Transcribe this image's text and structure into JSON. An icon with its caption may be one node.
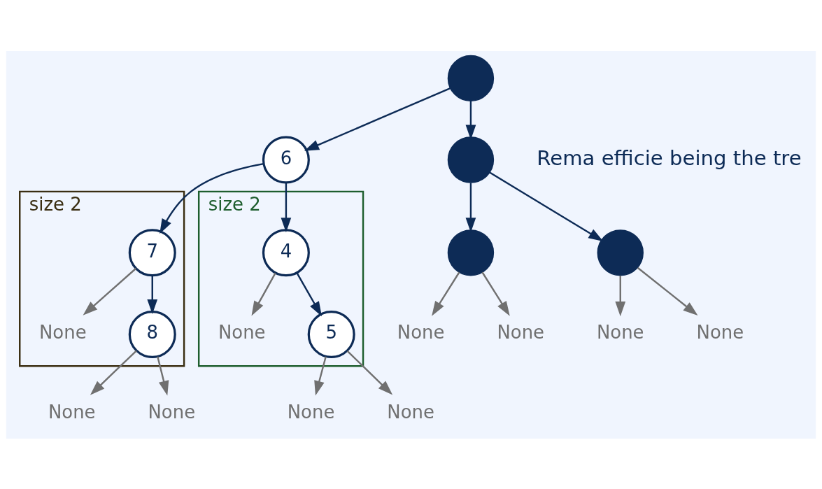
{
  "diagram": {
    "nodes": [
      {
        "text": [],
        "shape": "circle"
      },
      {
        "text": [],
        "shape": "circle"
      },
      {
        "text": [
          "6"
        ]
      },
      {
        "text": [],
        "shape": "circle"
      },
      {
        "text": [],
        "shape": "circle"
      },
      {
        "text": [
          "size 2"
        ]
      },
      {
        "text": [
          "4"
        ],
        "in": 5
      },
      {
        "text": [
          "None"
        ],
        "in": 5
      },
      {
        "text": [
          "5"
        ],
        "in": 5
      },
      {
        "text": [
          "size 2"
        ]
      },
      {
        "text": [
          "7"
        ],
        "in": 9
      },
      {
        "text": [
          "None"
        ],
        "in": 9
      },
      {
        "text": [
          "8"
        ],
        "in": 9
      },
      {
        "text": [
          "None"
        ]
      },
      {
        "text": [
          "None"
        ]
      },
      {
        "text": [
          "None"
        ]
      },
      {
        "text": [
          "None"
        ]
      },
      {
        "text": [
          "None"
        ]
      },
      {
        "text": [
          "None"
        ]
      },
      {
        "text": [
          "None"
        ]
      },
      {
        "text": [
          "None"
        ]
      }
    ],
    "edges": [
      {
        "from": 0,
        "to": 1,
        "arrow": "to",
        "color": "#0d2b56"
      },
      {
        "from": 0,
        "to": 2,
        "arrow": "to",
        "color": "#0d2b56"
      },
      {
        "from": 1,
        "to": 3,
        "arrow": "to",
        "color": "#0d2b56"
      },
      {
        "from": 1,
        "to": 4,
        "arrow": "to",
        "color": "#0d2b56"
      },
      {
        "from": 2,
        "to": 6,
        "arrow": "to",
        "color": "#0d2b56"
      },
      {
        "from": 2,
        "to": 10,
        "arrow": "to",
        "color": "#0d2b56"
      },
      {
        "from": 3,
        "to": 13,
        "arrow": "to"
      },
      {
        "from": 3,
        "to": 14,
        "arrow": "to"
      },
      {
        "from": 4,
        "to": 15,
        "arrow": "to"
      },
      {
        "from": 4,
        "to": 16,
        "arrow": "to"
      },
      {
        "from": 6,
        "to": 7,
        "arrow": "to"
      },
      {
        "from": 6,
        "to": 8,
        "arrow": "to",
        "color": "#0d2b56"
      },
      {
        "from": 8,
        "to": 17,
        "arrow": "to"
      },
      {
        "from": 8,
        "to": 18,
        "arrow": "to"
      },
      {
        "from": 10,
        "to": 11,
        "arrow": "to"
      },
      {
        "from": 10,
        "to": 12,
        "arrow": "to",
        "color": "#0d2b56"
      },
      {
        "from": 12,
        "to": 19,
        "arrow": "to"
      },
      {
        "from": 12,
        "to": 20,
        "arrow": "to"
      }
    ],
    "labels": [
      "Rema efficie being the tre"
    ]
  }
}
